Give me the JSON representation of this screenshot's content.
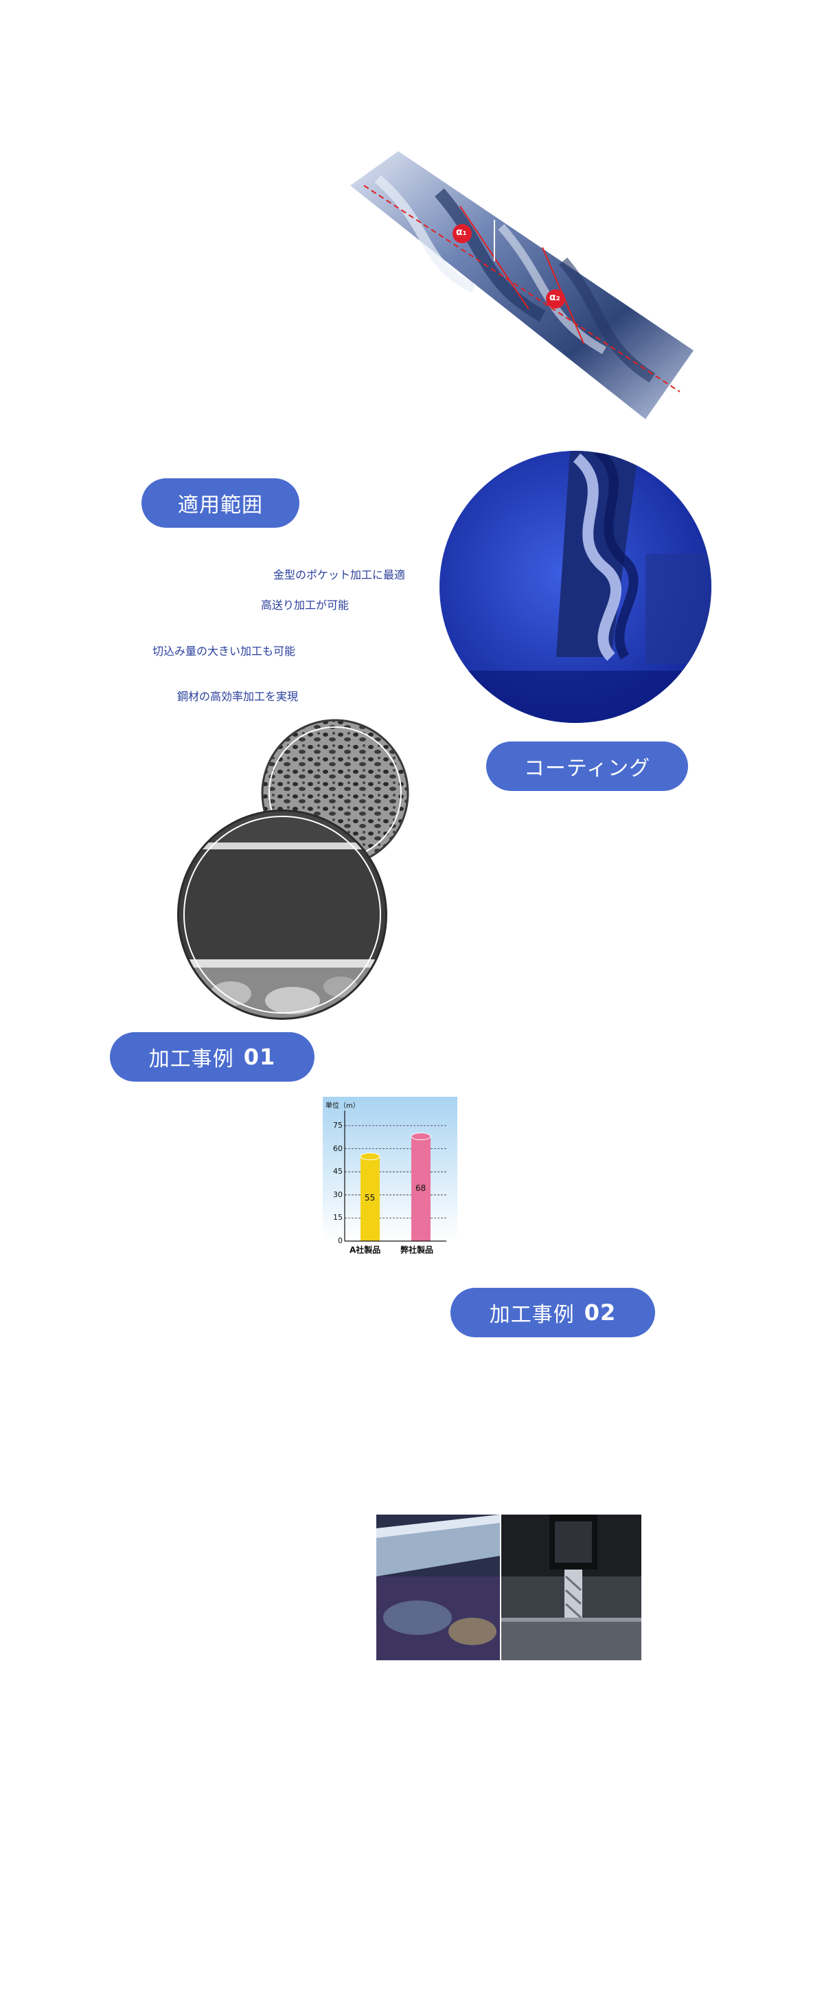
{
  "header_image": {
    "alpha1_label": "α₁",
    "alpha2_label": "α₂"
  },
  "scope": {
    "heading": "適用範囲",
    "items": [
      "金型のポケット加工に最適",
      "高送り加工が可能",
      "切込み量の大きい加工も可能",
      "鋼材の高効率加工を実現"
    ]
  },
  "coating": {
    "heading": "コーティング"
  },
  "case1": {
    "heading": "加工事例",
    "number": "01",
    "chart_data": {
      "type": "bar",
      "ylabel": "単位（m）",
      "categories": [
        "A社製品",
        "弊社製品"
      ],
      "values": [
        55,
        68
      ],
      "ylim": [
        0,
        75
      ],
      "yticks": [
        "0",
        "15",
        "30",
        "45",
        "60",
        "75"
      ],
      "bar_colors": [
        "#f3d216",
        "#e9719b"
      ],
      "grid": true
    }
  },
  "case2": {
    "heading": "加工事例",
    "number": "02"
  },
  "colors": {
    "accent": "#4a6ccf",
    "text_blue": "#2a3f9b"
  }
}
